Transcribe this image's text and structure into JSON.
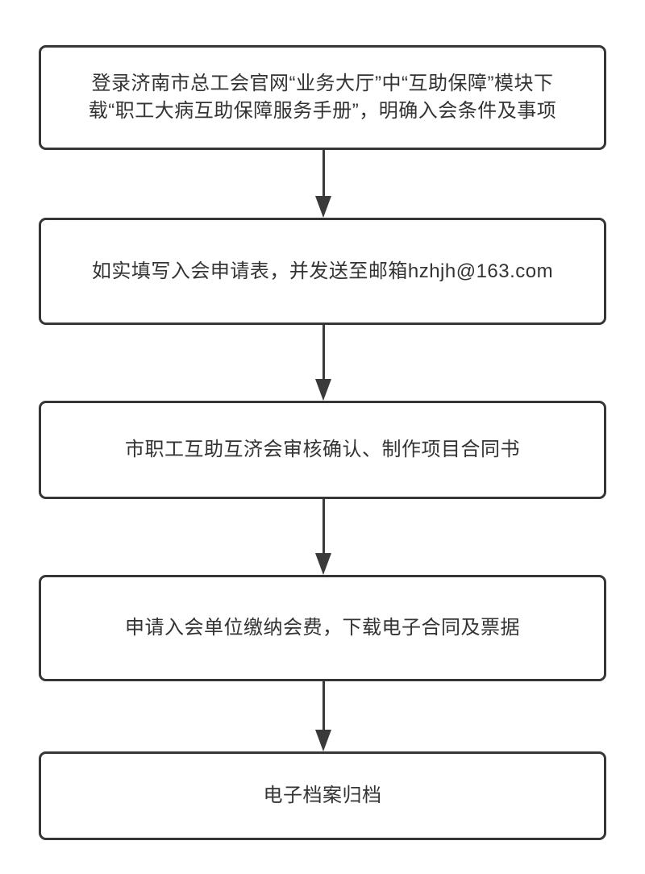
{
  "flowchart": {
    "type": "vertical-process-flow",
    "direction": "top-to-bottom",
    "connector_style": "solid-line-with-filled-triangle-arrowhead",
    "steps": [
      {
        "id": 1,
        "label": "登录济南市总工会官网“业务大厅”中“互助保障”模块下载“职工大病互助保障服务手册”，明确入会条件及事项"
      },
      {
        "id": 2,
        "label": "如实填写入会申请表，并发送至邮箱hzhjh@163.com"
      },
      {
        "id": 3,
        "label": "市职工互助互济会审核确认、制作项目合同书"
      },
      {
        "id": 4,
        "label": "申请入会单位缴纳会费，下载电子合同及票据"
      },
      {
        "id": 5,
        "label": "电子档案归档"
      }
    ],
    "colors": {
      "box_border": "#363636",
      "box_background": "#ffffff",
      "text": "#333333",
      "arrow": "#3a3a3a",
      "page_background": "#ffffff"
    }
  }
}
